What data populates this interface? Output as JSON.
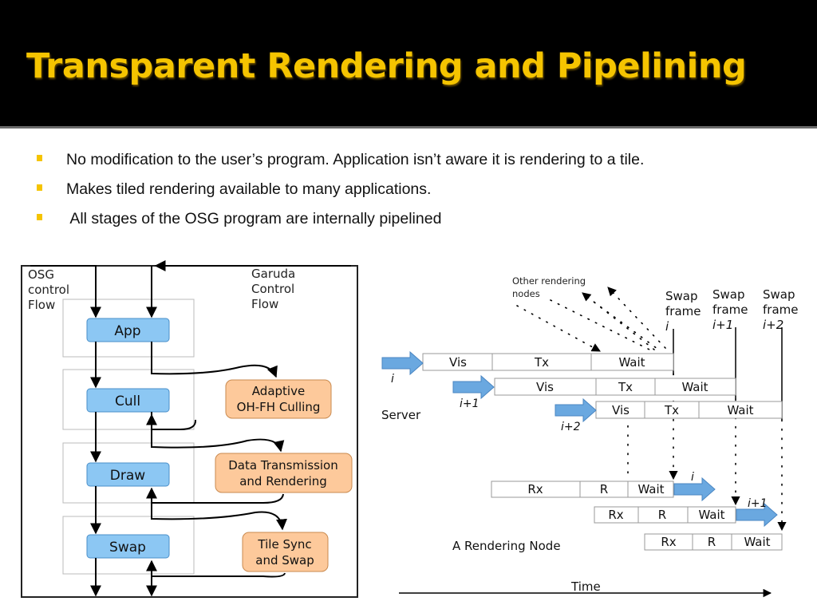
{
  "slide": {
    "title": "Transparent Rendering and Pipelining",
    "colors": {
      "title": "#f5c400",
      "bullet": "#f5c400",
      "process_box": "#8cc7f3",
      "service_box": "#fdc99b",
      "arrow": "#6aa8e0"
    },
    "bullets": [
      "No modification to the user’s program. Application isn’t aware it is rendering to a tile.",
      "Makes tiled rendering available to many applications.",
      " All stages of the OSG program are internally pipelined"
    ]
  },
  "flow_diagram": {
    "osg_label": [
      "OSG",
      "control",
      "Flow"
    ],
    "garuda_label": [
      "Garuda",
      "Control",
      "Flow"
    ],
    "stages": [
      "App",
      "Cull",
      "Draw",
      "Swap"
    ],
    "services": [
      [
        "Adaptive",
        "OH-FH Culling"
      ],
      [
        "Data Transmission",
        "and Rendering"
      ],
      [
        "Tile Sync",
        "and Swap"
      ]
    ]
  },
  "timing_diagram": {
    "other_nodes_label": [
      "Other rendering",
      "nodes"
    ],
    "swap_labels": [
      {
        "line1": "Swap",
        "line2": "frame",
        "line3": "i"
      },
      {
        "line1": "Swap",
        "line2": "frame",
        "line3": "i+1"
      },
      {
        "line1": "Swap",
        "line2": "frame",
        "line3": "i+2"
      }
    ],
    "server_label": "Server",
    "server_rows": [
      {
        "frame": "i",
        "cells": [
          "Vis",
          "Tx",
          "Wait"
        ]
      },
      {
        "frame": "i+1",
        "cells": [
          "Vis",
          "Tx",
          "Wait"
        ]
      },
      {
        "frame": "i+2",
        "cells": [
          "Vis",
          "Tx",
          "Wait"
        ]
      }
    ],
    "node_label": "A Rendering Node",
    "node_rows": [
      {
        "frame": "i",
        "cells": [
          "Rx",
          "R",
          "Wait"
        ]
      },
      {
        "frame": "i+1",
        "cells": [
          "Rx",
          "R",
          "Wait"
        ]
      },
      {
        "cells": [
          "Rx",
          "R",
          "Wait"
        ]
      }
    ],
    "time_label": "Time"
  }
}
